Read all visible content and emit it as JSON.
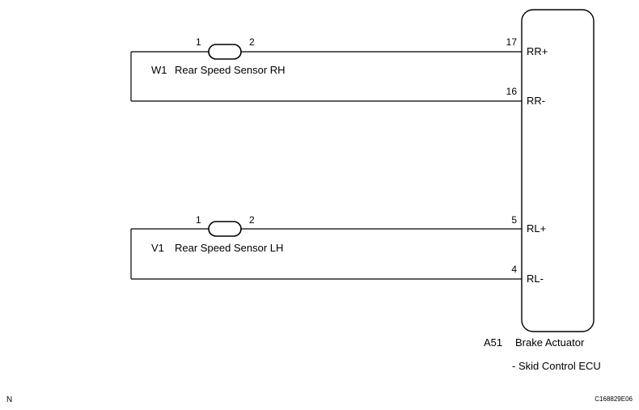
{
  "sensors": [
    {
      "code": "W1",
      "name": "Rear Speed Sensor RH",
      "left_pin": "1",
      "right_pin": "2",
      "ecu_pin_a": "17",
      "ecu_sig_a": "RR+",
      "ecu_pin_b": "16",
      "ecu_sig_b": "RR-"
    },
    {
      "code": "V1",
      "name": "Rear Speed Sensor LH",
      "left_pin": "1",
      "right_pin": "2",
      "ecu_pin_a": "5",
      "ecu_sig_a": "RL+",
      "ecu_pin_b": "4",
      "ecu_sig_b": "RL-"
    }
  ],
  "ecu": {
    "code": "A51",
    "name": "Brake Actuator",
    "subtitle": "- Skid Control ECU"
  },
  "footer": {
    "left_mark": "N",
    "figure_id": "C168829E06"
  }
}
